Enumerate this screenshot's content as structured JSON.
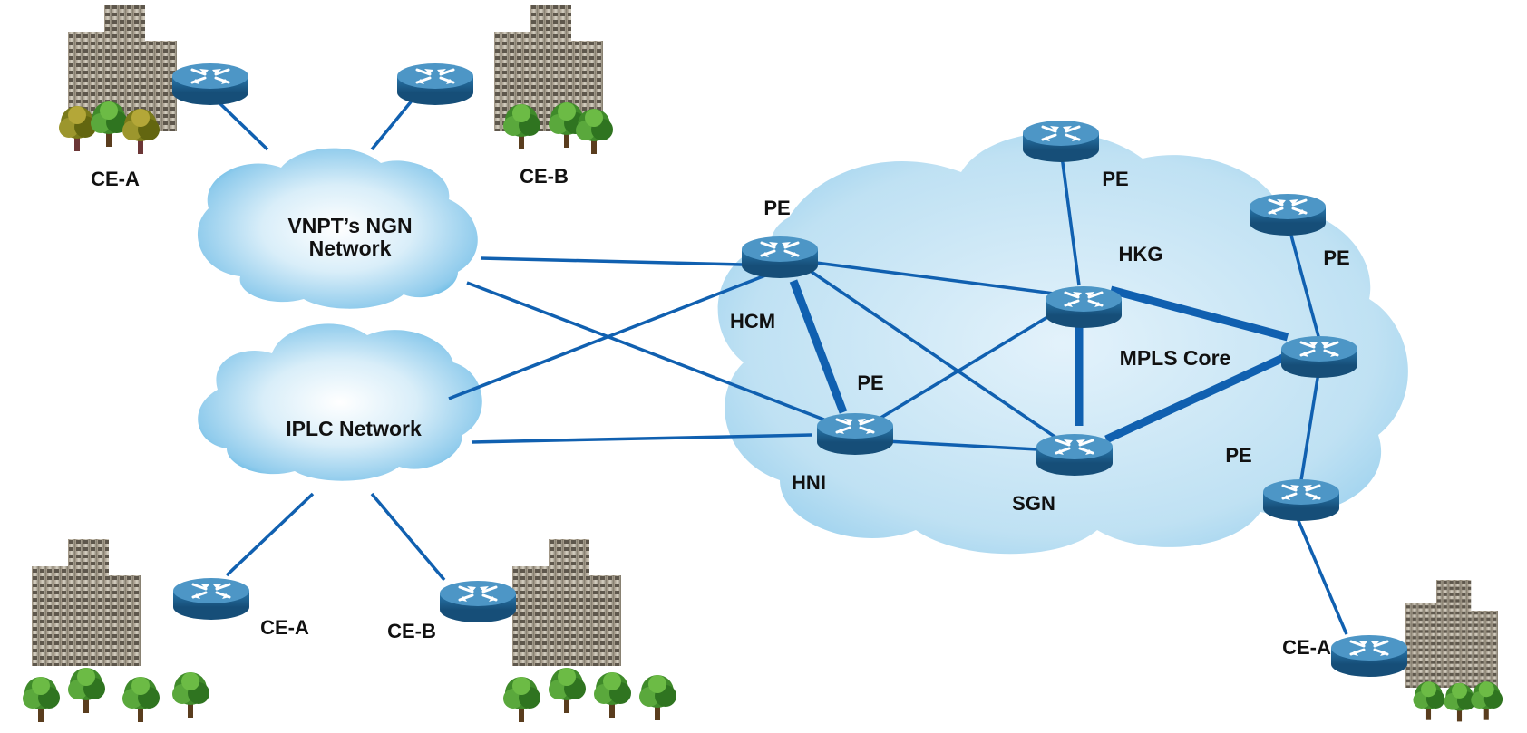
{
  "clouds": {
    "ngn": [
      "VNPT’s NGN",
      "Network"
    ],
    "iplc": "IPLC Network",
    "mpls": "MPLS Core"
  },
  "labels": {
    "ce_a_top": "CE-A",
    "ce_b_top": "CE-B",
    "ce_a_bottom": "CE-A",
    "ce_b_bottom": "CE-B",
    "ce_a_right": "CE-A",
    "pe_hcm": "PE",
    "hcm": "HCM",
    "pe_hni": "PE",
    "hni": "HNI",
    "pe_top": "PE",
    "hkg": "HKG",
    "pe_right_top": "PE",
    "sgn": "SGN",
    "pe_right_bottom": "PE"
  },
  "colors": {
    "link": "#1060b0",
    "router_top": "#3f8bbf",
    "router_side": "#1c5f8c",
    "cloud_core": "#bfe1f3",
    "cloud_edge": "#4fb0e0"
  },
  "icons": [
    "router-icon",
    "office-buildings-icon",
    "cloud-icon"
  ]
}
